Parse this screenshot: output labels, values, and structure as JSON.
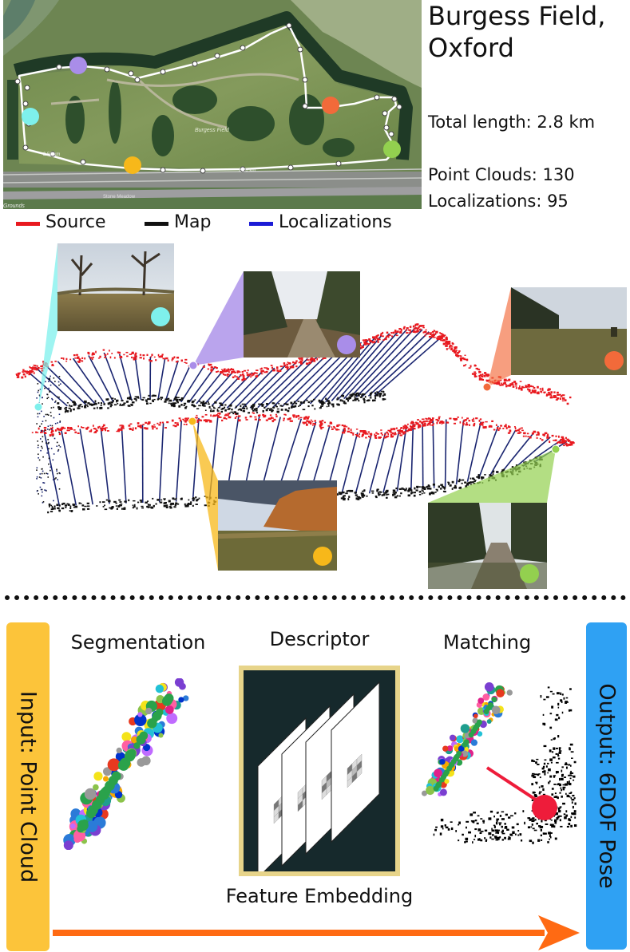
{
  "info": {
    "title_line1": "Burgess Field,",
    "title_line2": "Oxford",
    "total_length": "Total length: 2.8 km",
    "point_clouds": "Point Clouds: 130",
    "localizations": "Localizations: 95"
  },
  "legend": [
    {
      "label": "Source",
      "color": "#e8191f"
    },
    {
      "label": "Map",
      "color": "#111111"
    },
    {
      "label": "Localizations",
      "color": "#1b1bd6"
    }
  ],
  "map_labels": {
    "field": "Burgess Field",
    "dist1": "2.26 km",
    "dist2": "2.50 km",
    "road": "Stone Meadow",
    "corner": "Grounds"
  },
  "marker_colors": {
    "cyan": "#7ef0ec",
    "purple": "#a98de9",
    "orange": "#f26a3a",
    "green": "#93d04f",
    "yellow": "#f7b81a"
  },
  "pipeline": {
    "input": "Input: Point Cloud",
    "output": "Output: 6DOF Pose",
    "segmentation": "Segmentation",
    "descriptor": "Descriptor",
    "matching": "Matching",
    "feature_embedding": "Feature Embedding",
    "arrow_color": "#ff6a13"
  }
}
